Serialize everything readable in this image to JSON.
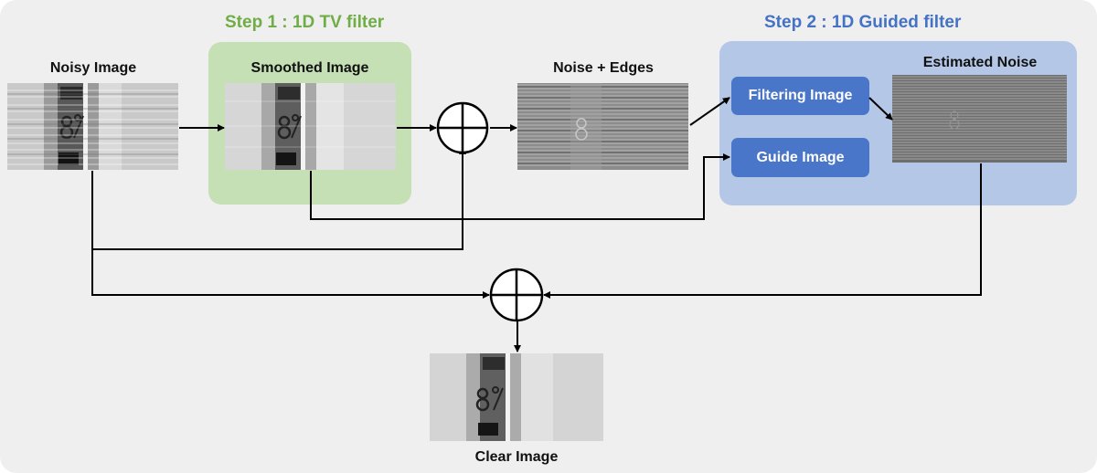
{
  "steps": {
    "step1": "Step 1 : 1D TV filter",
    "step2": "Step 2 : 1D Guided filter"
  },
  "images": {
    "noisy": "Noisy Image",
    "smoothed": "Smoothed Image",
    "noise_edges": "Noise + Edges",
    "estimated_noise": "Estimated Noise",
    "clear": "Clear Image"
  },
  "inputs": {
    "filtering": "Filtering Image",
    "guide": "Guide Image"
  },
  "colors": {
    "panel": "#efefef",
    "step1_box": "#c5e0b4",
    "step1_title": "#70ad47",
    "step2_box": "#b4c7e7",
    "step2_title": "#4472c4",
    "chip": "#4a76c9"
  },
  "icons": {
    "sum_nodes": "circle-plus-icon"
  }
}
